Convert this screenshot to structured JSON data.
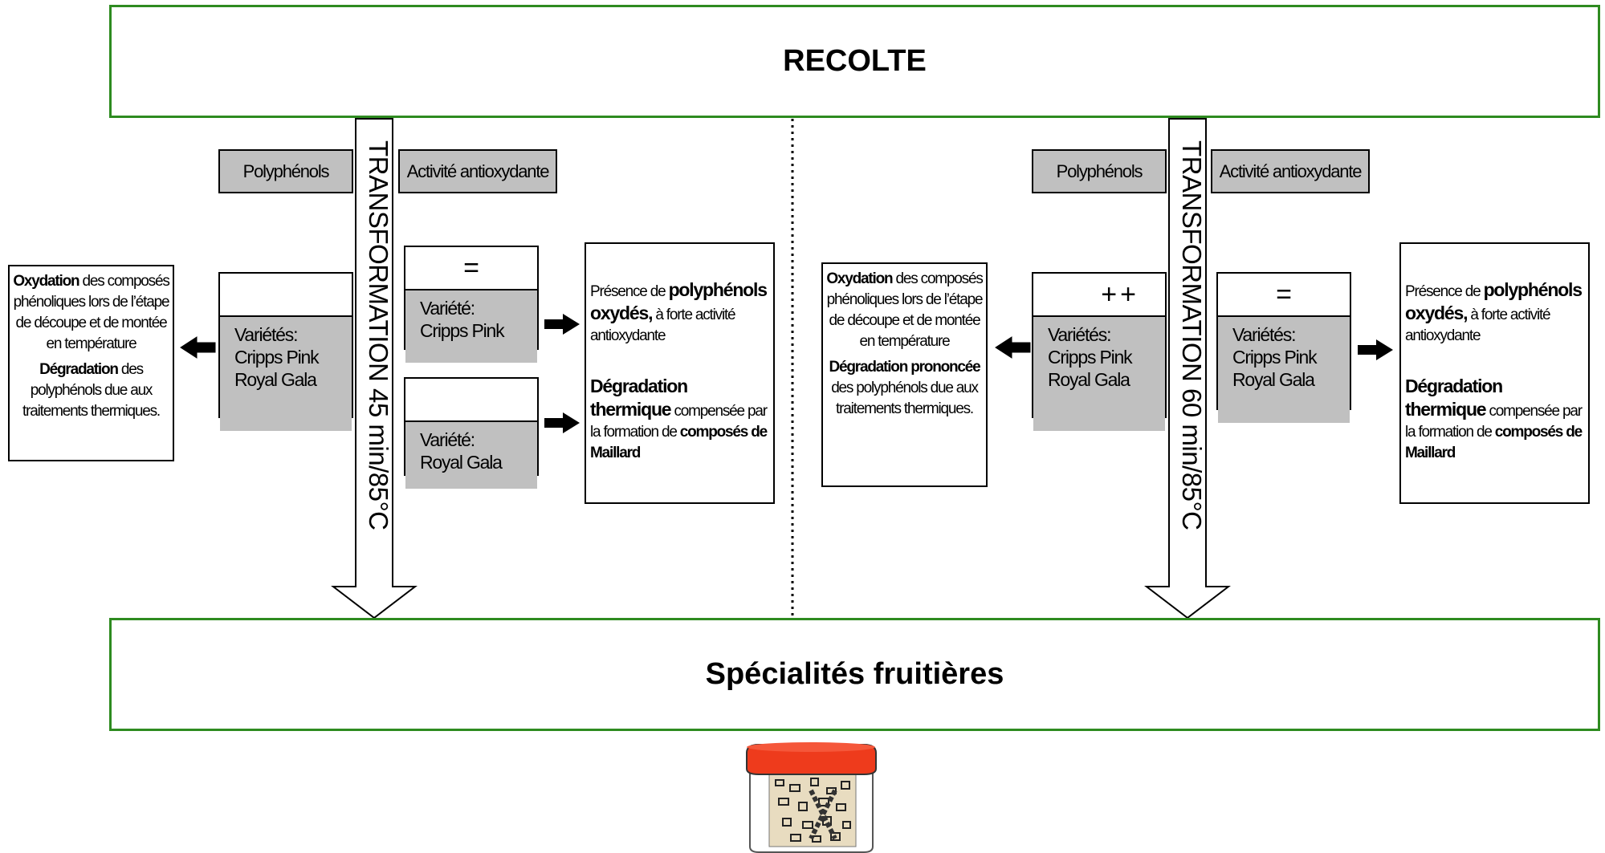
{
  "top_box": {
    "label": "RECOLTE"
  },
  "bottom_box": {
    "label": "Spécialités fruitières"
  },
  "left": {
    "process_label": "TRANSFORMATION 45 min/85°C",
    "tag_polyphenols": "Polyphénols",
    "tag_antioxidant": "Activité antioxydante",
    "poly_card": {
      "symbol": "",
      "label": "Variétés:",
      "varieties": [
        "Cripps Pink",
        "Royal Gala"
      ]
    },
    "antiox_card1": {
      "symbol": "=",
      "label": "Variété:",
      "varieties": [
        "Cripps Pink"
      ]
    },
    "antiox_card2": {
      "symbol": "",
      "label": "Variété:",
      "varieties": [
        "Royal Gala"
      ]
    },
    "note_left": {
      "p1_bold": "Oxydation",
      "p1_rest": " des composés phénoliques lors de l’étape de découpe et de montée en température",
      "p2_bold": "Dégradation",
      "p2_rest": " des polyphénols due aux traitements thermiques."
    },
    "note_right": {
      "p1_a": "Présence de ",
      "p1_bold1": "polyphénols oxydés,",
      "p1_b": " à forte activité antioxydante",
      "p2_bold1": "Dégradation thermique",
      "p2_a": " compensée par la formation de ",
      "p2_bold2": "composés de Maillard"
    }
  },
  "right": {
    "process_label": "TRANSFORMATION 60 min/85°C",
    "tag_polyphenols": "Polyphénols",
    "tag_antioxidant": "Activité antioxydante",
    "poly_card": {
      "symbol": "++",
      "label": "Variétés:",
      "varieties": [
        "Cripps Pink",
        "Royal Gala"
      ]
    },
    "antiox_card": {
      "symbol": "=",
      "label": "Variétés:",
      "varieties": [
        "Cripps Pink",
        "Royal Gala"
      ]
    },
    "note_left": {
      "p1_bold": "Oxydation",
      "p1_rest": " des composés phénoliques lors de l’étape de découpe et de montée en température",
      "p2_bold": "Dégradation prononcée",
      "p2_rest": " des polyphénols due aux traitements thermiques."
    },
    "note_right": {
      "p1_a": "Présence de ",
      "p1_bold1": "polyphénols oxydés,",
      "p1_b": " à forte activité antioxydante",
      "p2_bold1": "Dégradation thermique",
      "p2_a": " compensée par la formation de ",
      "p2_bold2": "composés de Maillard"
    }
  },
  "colors": {
    "box_border": "#2e8b20",
    "card_gray": "#c0c0c0",
    "jar_lid": "#ee3b1c"
  }
}
